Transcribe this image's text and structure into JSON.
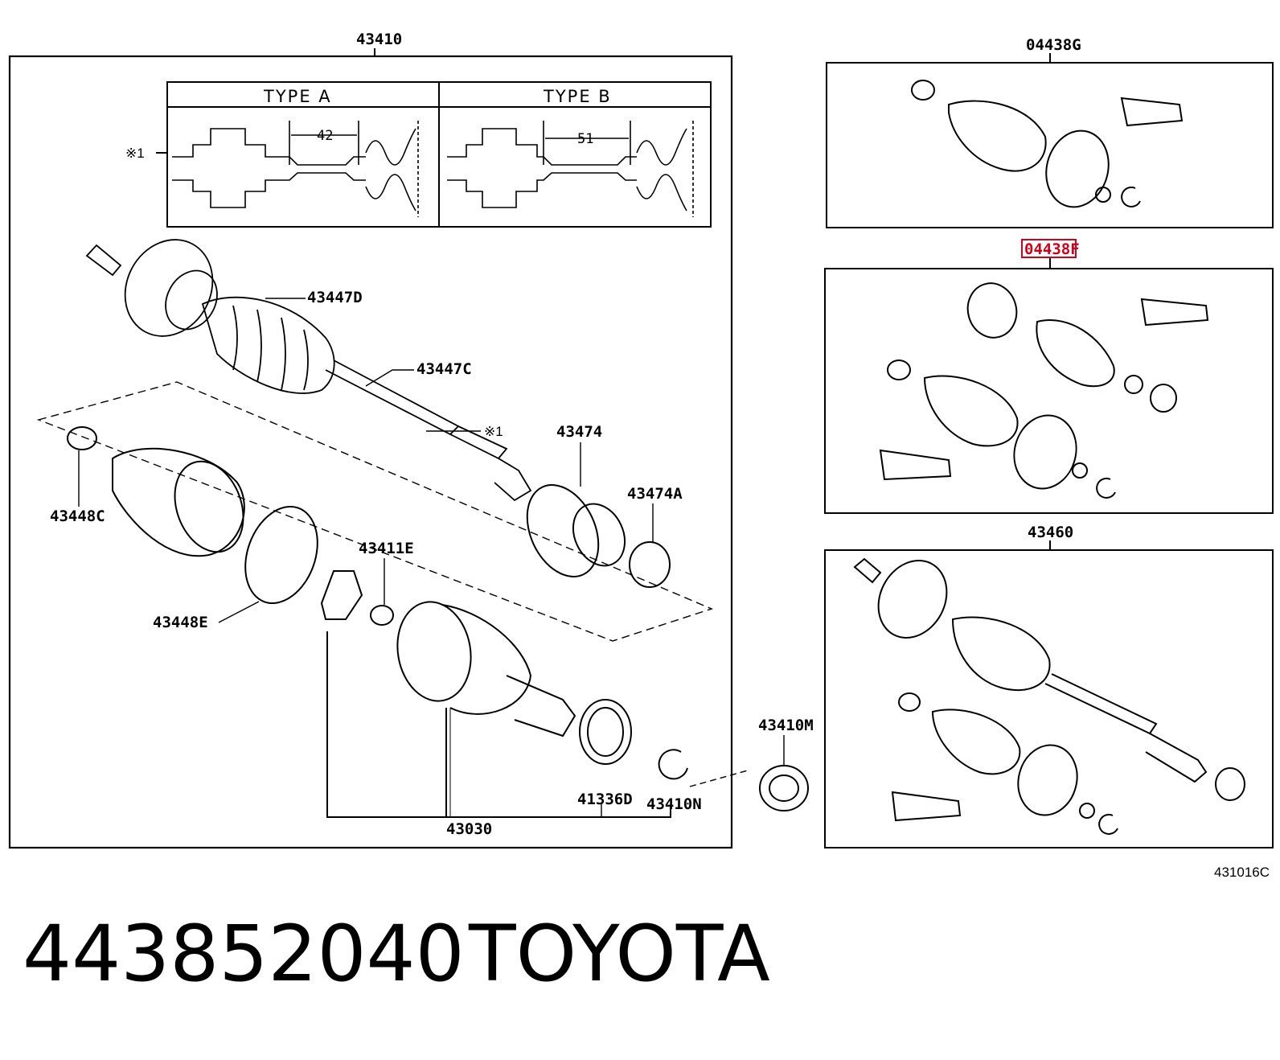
{
  "labels": {
    "main_assembly": "43410",
    "type_a": "TYPE A",
    "type_b": "TYPE B",
    "dim_a": "42",
    "dim_b": "51",
    "ref_mark": "※1",
    "ref_mark_shaft": "※1",
    "l43447D": "43447D",
    "l43447C": "43447C",
    "l43474": "43474",
    "l43474A": "43474A",
    "l43448C": "43448C",
    "l43448E": "43448E",
    "l43411E": "43411E",
    "l41336D": "41336D",
    "l43410N": "43410N",
    "l43030": "43030",
    "l43410M": "43410M",
    "kit_g": "04438G",
    "kit_f": "04438F",
    "l43460": "43460",
    "illustration_code": "431016C"
  },
  "highlight": {
    "label": "04438F",
    "color": "#d0021b"
  },
  "footer": {
    "part_number": "443852040",
    "brand": "TOYOTA"
  }
}
